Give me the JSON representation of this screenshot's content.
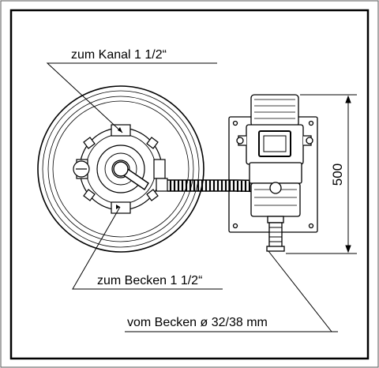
{
  "labels": {
    "to_channel": "zum Kanal 1 1/2“",
    "to_pool": "zum Becken 1 1/2“",
    "from_pool": "vom Becken ø 32/38 mm",
    "dimension": "500"
  }
}
